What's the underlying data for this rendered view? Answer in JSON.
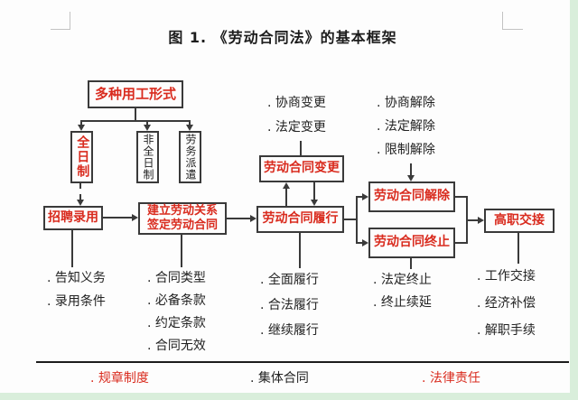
{
  "title": "图 1. 《劳动合同法》的基本框架",
  "colors": {
    "box_text_red": "#d92b1e",
    "line_black": "#3a3a3a",
    "edge_green": "#d9eedb"
  },
  "boxes": {
    "employment_forms": "多种用工形式",
    "full_time": "全日制",
    "part_time": "非全日制",
    "labor_dispatch": "劳务派遣",
    "recruitment": "招聘录用",
    "establish_line1": "建立劳动关系",
    "establish_line2": "签定劳动合同",
    "contract_change": "劳动合同变更",
    "contract_performance": "劳动合同履行",
    "contract_dissolve": "劳动合同解除",
    "contract_end": "劳动合同终止",
    "handover": "高职交接"
  },
  "annotations": {
    "change": [
      ". 协商变更",
      ". 法定变更"
    ],
    "dissolve": [
      ". 协商解除",
      ". 法定解除",
      ". 限制解除"
    ]
  },
  "lists": {
    "recruitment": [
      ". 告知义务",
      ". 录用条件"
    ],
    "establish": [
      ". 合同类型",
      ". 必备条款",
      ". 约定条款",
      ". 合同无效"
    ],
    "performance": [
      ". 全面履行",
      ". 合法履行",
      ". 继续履行"
    ],
    "end": [
      ". 法定终止",
      ". 终止续延"
    ],
    "handover": [
      ". 工作交接",
      ". 经济补偿",
      ". 解职手续"
    ]
  },
  "footer": {
    "items": [
      {
        "label": ". 规章制度",
        "color": "#d92b1e"
      },
      {
        "label": ". 集体合同",
        "color": "#222222"
      },
      {
        "label": ". 法律责任",
        "color": "#d92b1e"
      }
    ]
  }
}
